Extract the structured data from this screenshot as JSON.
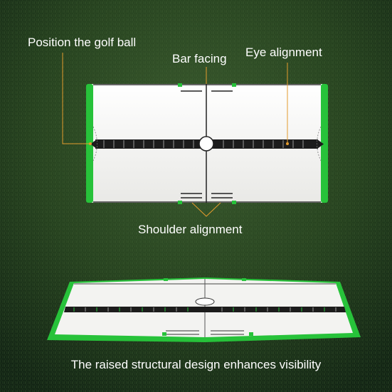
{
  "labels": {
    "position_ball": "Position the golf ball",
    "bar_facing": "Bar facing",
    "eye_alignment": "Eye alignment",
    "shoulder_alignment": "Shoulder alignment",
    "caption": "The raised structural design enhances visibility"
  },
  "colors": {
    "grass_dark": "#15291a",
    "grass_mid": "#2e4d26",
    "mirror_white": "#f3f3f1",
    "frame_green": "#27c23a",
    "center_bar": "#1c1c1c",
    "annotation_orange": "#e39b2e",
    "text": "#ffffff"
  }
}
